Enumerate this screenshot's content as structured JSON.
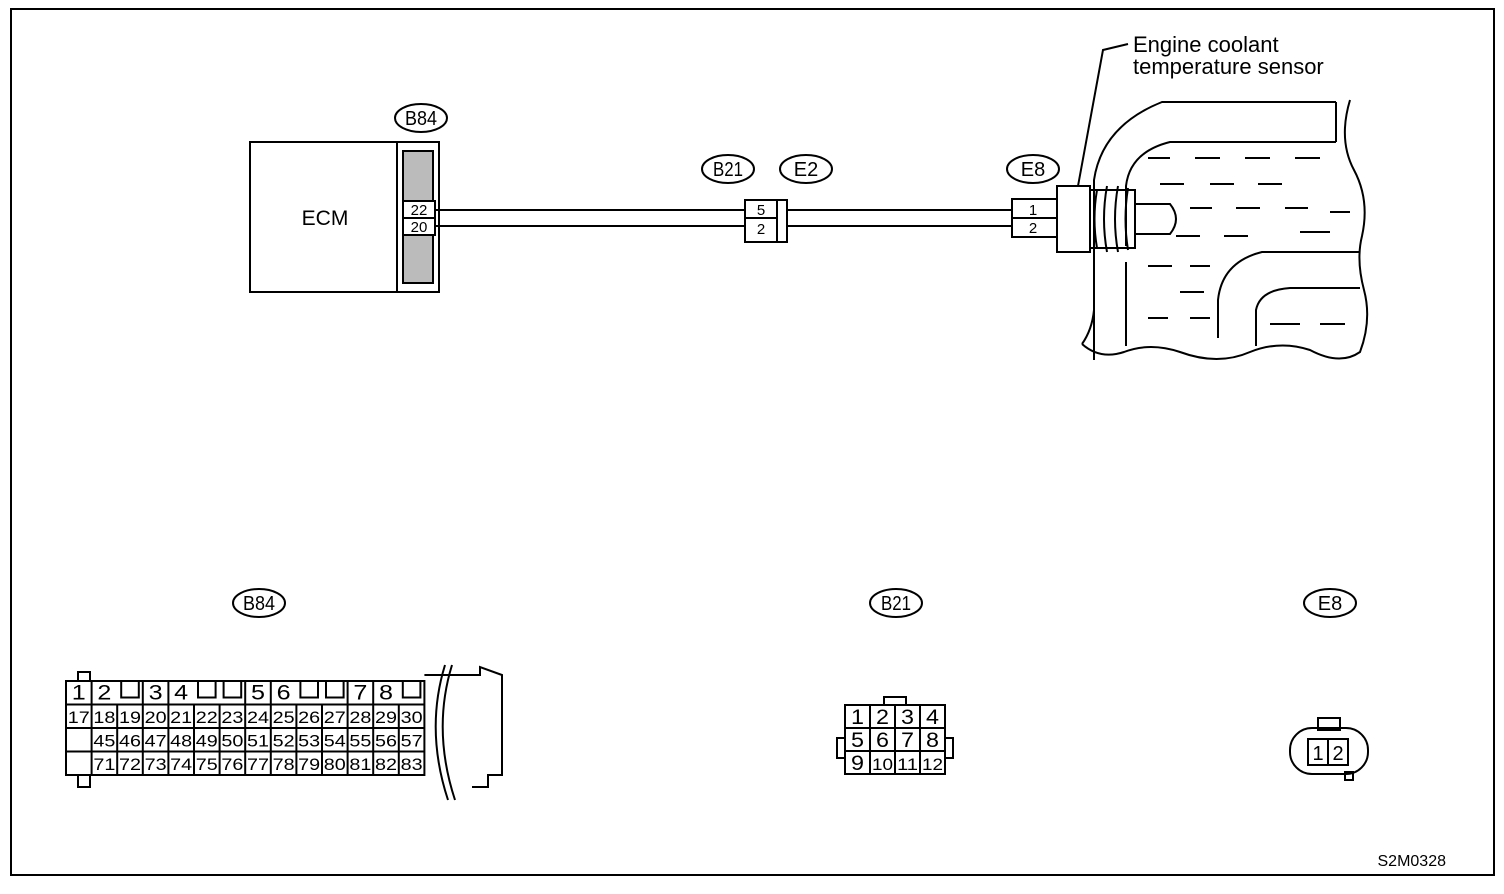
{
  "ecm": {
    "label": "ECM"
  },
  "sensor": {
    "label_line1": "Engine coolant",
    "label_line2": "temperature sensor"
  },
  "connectors": {
    "b84": "B84",
    "b21": "B21",
    "e2": "E2",
    "e8": "E8"
  },
  "ecm_pins": {
    "top": "22",
    "bottom": "20"
  },
  "b21_pins": {
    "top": "5",
    "bottom": "2"
  },
  "e8_pins": {
    "top": "1",
    "bottom": "2"
  },
  "b84_face": {
    "row1": [
      "1",
      "2",
      "",
      "3",
      "4",
      "",
      "",
      "5",
      "6",
      "",
      "",
      "7",
      "8",
      ""
    ],
    "row2": [
      "17",
      "18",
      "19",
      "20",
      "21",
      "22",
      "23",
      "24",
      "25",
      "26",
      "27",
      "28",
      "29",
      "30"
    ],
    "row3": [
      "",
      "45",
      "46",
      "47",
      "48",
      "49",
      "50",
      "51",
      "52",
      "53",
      "54",
      "55",
      "56",
      "57"
    ],
    "row4": [
      "",
      "71",
      "72",
      "73",
      "74",
      "75",
      "76",
      "77",
      "78",
      "79",
      "80",
      "81",
      "82",
      "83"
    ]
  },
  "b21_face": {
    "row1": [
      "1",
      "2",
      "3",
      "4"
    ],
    "row2": [
      "5",
      "6",
      "7",
      "8"
    ],
    "row3": [
      "9",
      "10",
      "11",
      "12"
    ]
  },
  "e8_face": {
    "pins": [
      "1",
      "2"
    ]
  },
  "figure_id": "S2M0328"
}
